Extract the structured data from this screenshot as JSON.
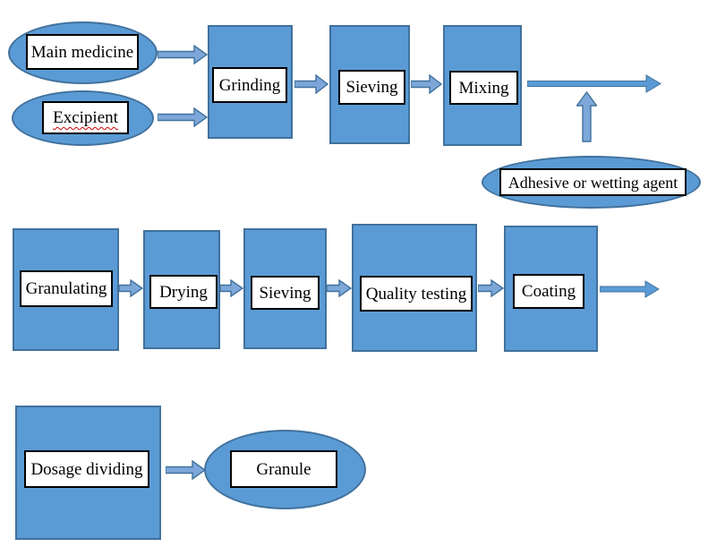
{
  "diagram": {
    "type": "flowchart",
    "subject": "Granule manufacturing process"
  },
  "colors": {
    "shape_fill": "#5b9bd5",
    "shape_border": "#41719c",
    "arrow_fill": "#7da7d9",
    "arrow_border": "#41719c",
    "label_fill": "#ffffff",
    "label_border": "#000000",
    "text_color": "#000000",
    "canvas_bg": "#ffffff",
    "spell_color": "#d00000"
  },
  "nodes": {
    "main_medicine": {
      "label": "Main medicine",
      "shape": "ellipse"
    },
    "excipient": {
      "label": "Excipient",
      "shape": "ellipse",
      "spellcheck_underline": true
    },
    "grinding": {
      "label": "Grinding",
      "shape": "process"
    },
    "sieving_1": {
      "label": "Sieving",
      "shape": "process"
    },
    "mixing": {
      "label": "Mixing",
      "shape": "process"
    },
    "adhesive": {
      "label": "Adhesive or wetting agent",
      "shape": "ellipse"
    },
    "granulating": {
      "label": "Granulating",
      "shape": "process"
    },
    "drying": {
      "label": "Drying",
      "shape": "process"
    },
    "sieving_2": {
      "label": "Sieving",
      "shape": "process"
    },
    "quality_testing": {
      "label": "Quality testing",
      "shape": "process"
    },
    "coating": {
      "label": "Coating",
      "shape": "process"
    },
    "dosage_dividing": {
      "label": "Dosage dividing",
      "shape": "process"
    },
    "granule": {
      "label": "Granule",
      "shape": "ellipse"
    }
  },
  "connections": [
    {
      "from": "main_medicine",
      "to": "grinding"
    },
    {
      "from": "excipient",
      "to": "grinding"
    },
    {
      "from": "grinding",
      "to": "sieving_1"
    },
    {
      "from": "sieving_1",
      "to": "mixing"
    },
    {
      "from": "mixing",
      "to": "next-row-continuation"
    },
    {
      "from": "adhesive",
      "to": "mixing-output-line"
    },
    {
      "from": "granulating",
      "to": "drying"
    },
    {
      "from": "drying",
      "to": "sieving_2"
    },
    {
      "from": "sieving_2",
      "to": "quality_testing"
    },
    {
      "from": "quality_testing",
      "to": "coating"
    },
    {
      "from": "coating",
      "to": "next-row-continuation"
    },
    {
      "from": "dosage_dividing",
      "to": "granule"
    }
  ]
}
